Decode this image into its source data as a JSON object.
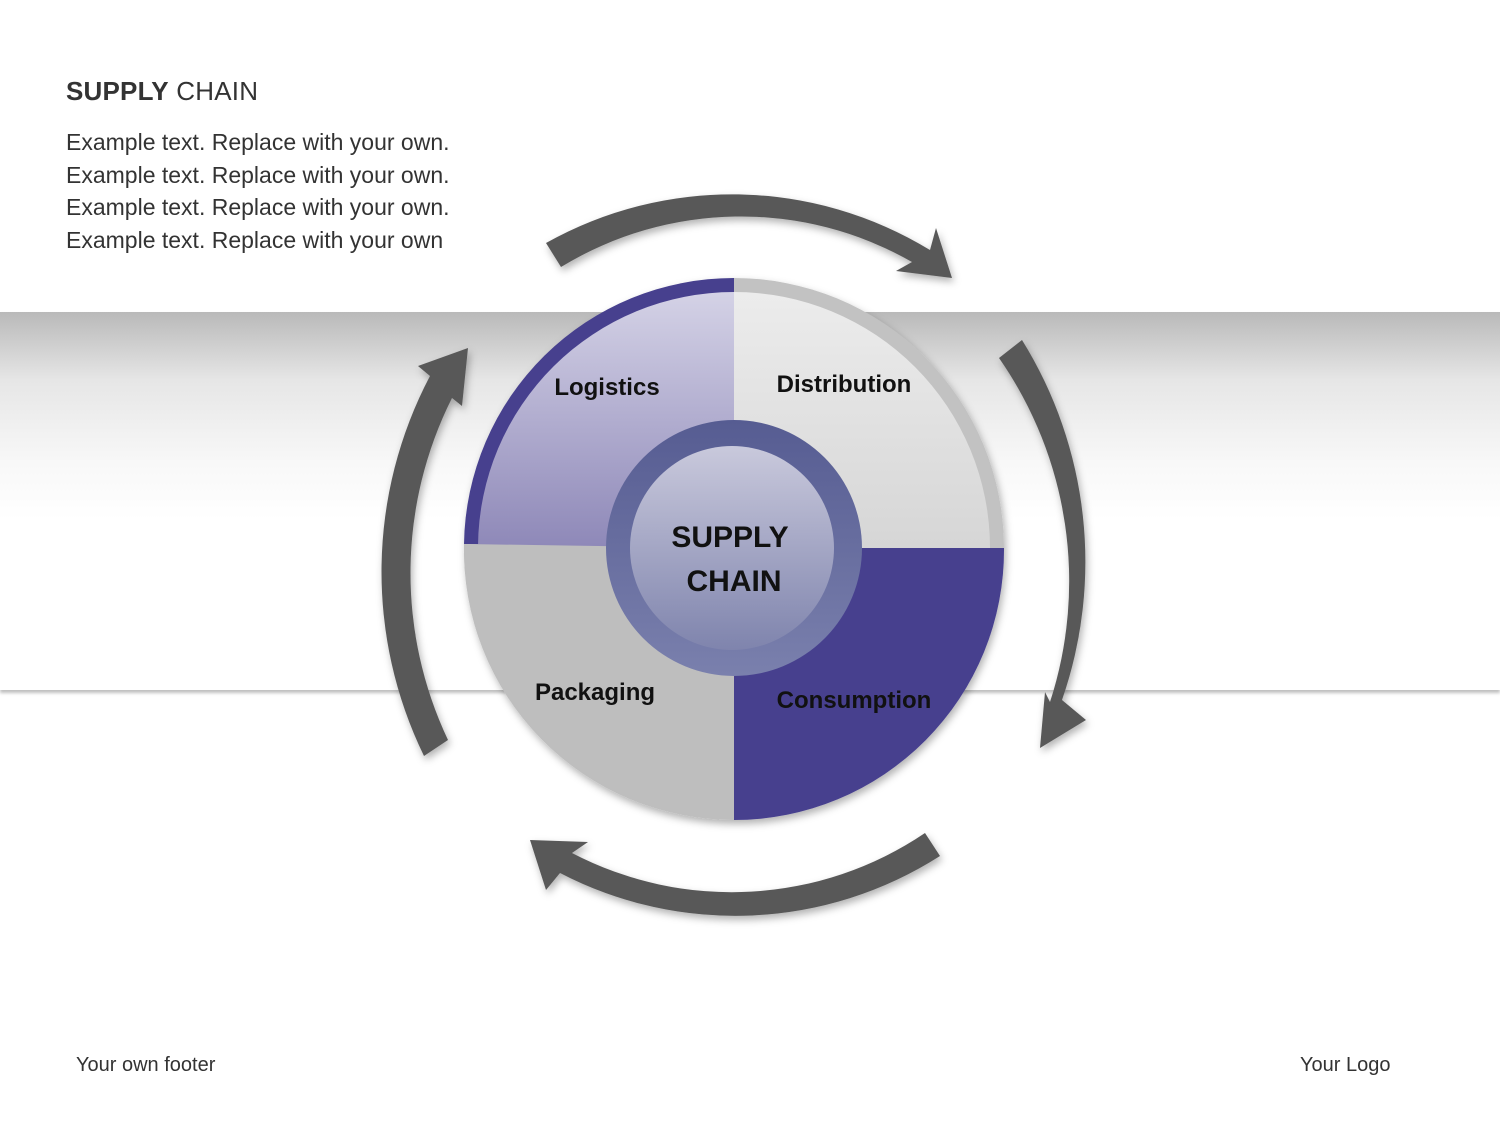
{
  "header": {
    "title_bold": "SUPPLY",
    "title_rest": "CHAIN",
    "lines": [
      "Example text. Replace with your own.",
      "Example text. Replace with your own.",
      "Example text. Replace with your own.",
      "Example text. Replace with your own"
    ]
  },
  "diagram": {
    "center": {
      "line1": "SUPPLY",
      "line2": "CHAIN"
    },
    "segments": {
      "logistics": "Logistics",
      "distribution": "Distribution",
      "consumption": "Consumption",
      "packaging": "Packaging"
    },
    "colors": {
      "accent": "#463f8e",
      "light_purple": "#c7c4dd",
      "light_gray": "#e6e6e6",
      "gray": "#bdbdbd",
      "arrow": "#595959",
      "hub_ring": "#5f6498"
    }
  },
  "footer": {
    "text": "Your own footer",
    "logo": "Your Logo"
  }
}
